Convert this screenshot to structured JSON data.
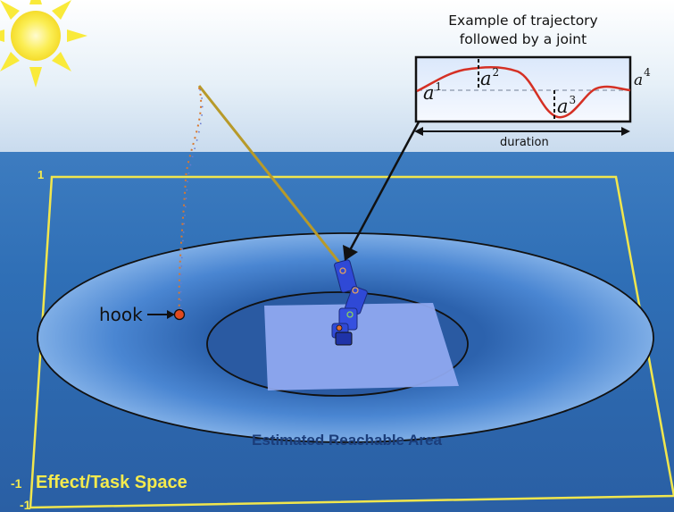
{
  "colors": {
    "sky_top": "#ffffff",
    "sky_bottom": "#2f71b6",
    "ground": "#2b68b0",
    "frame": "#f1e64d",
    "ring_center": "#2a5ea8",
    "ring_edge": "#7aa8e0",
    "table": "#8fa9f0",
    "rope": "#b79a2a",
    "trajectory": "#d53024",
    "hook": "#e04a1f",
    "area_label": "#1b3d7a"
  },
  "inset": {
    "title_line1": "Example of trajectory",
    "title_line2": "followed by a joint",
    "labels": [
      {
        "base": "a",
        "sup": "1"
      },
      {
        "base": "a",
        "sup": "2"
      },
      {
        "base": "a",
        "sup": "3"
      },
      {
        "base": "a",
        "sup": "4"
      }
    ],
    "duration_label": "duration"
  },
  "scene": {
    "hook_label": "hook",
    "reachable_label": "Estimated Reachable Area",
    "space_label": "Effect/Task Space",
    "axis_labels": {
      "top": "1",
      "left": "-1",
      "bottom": "-1"
    }
  },
  "icons": [
    "sun-icon",
    "robot-arm-icon",
    "hook-icon"
  ]
}
